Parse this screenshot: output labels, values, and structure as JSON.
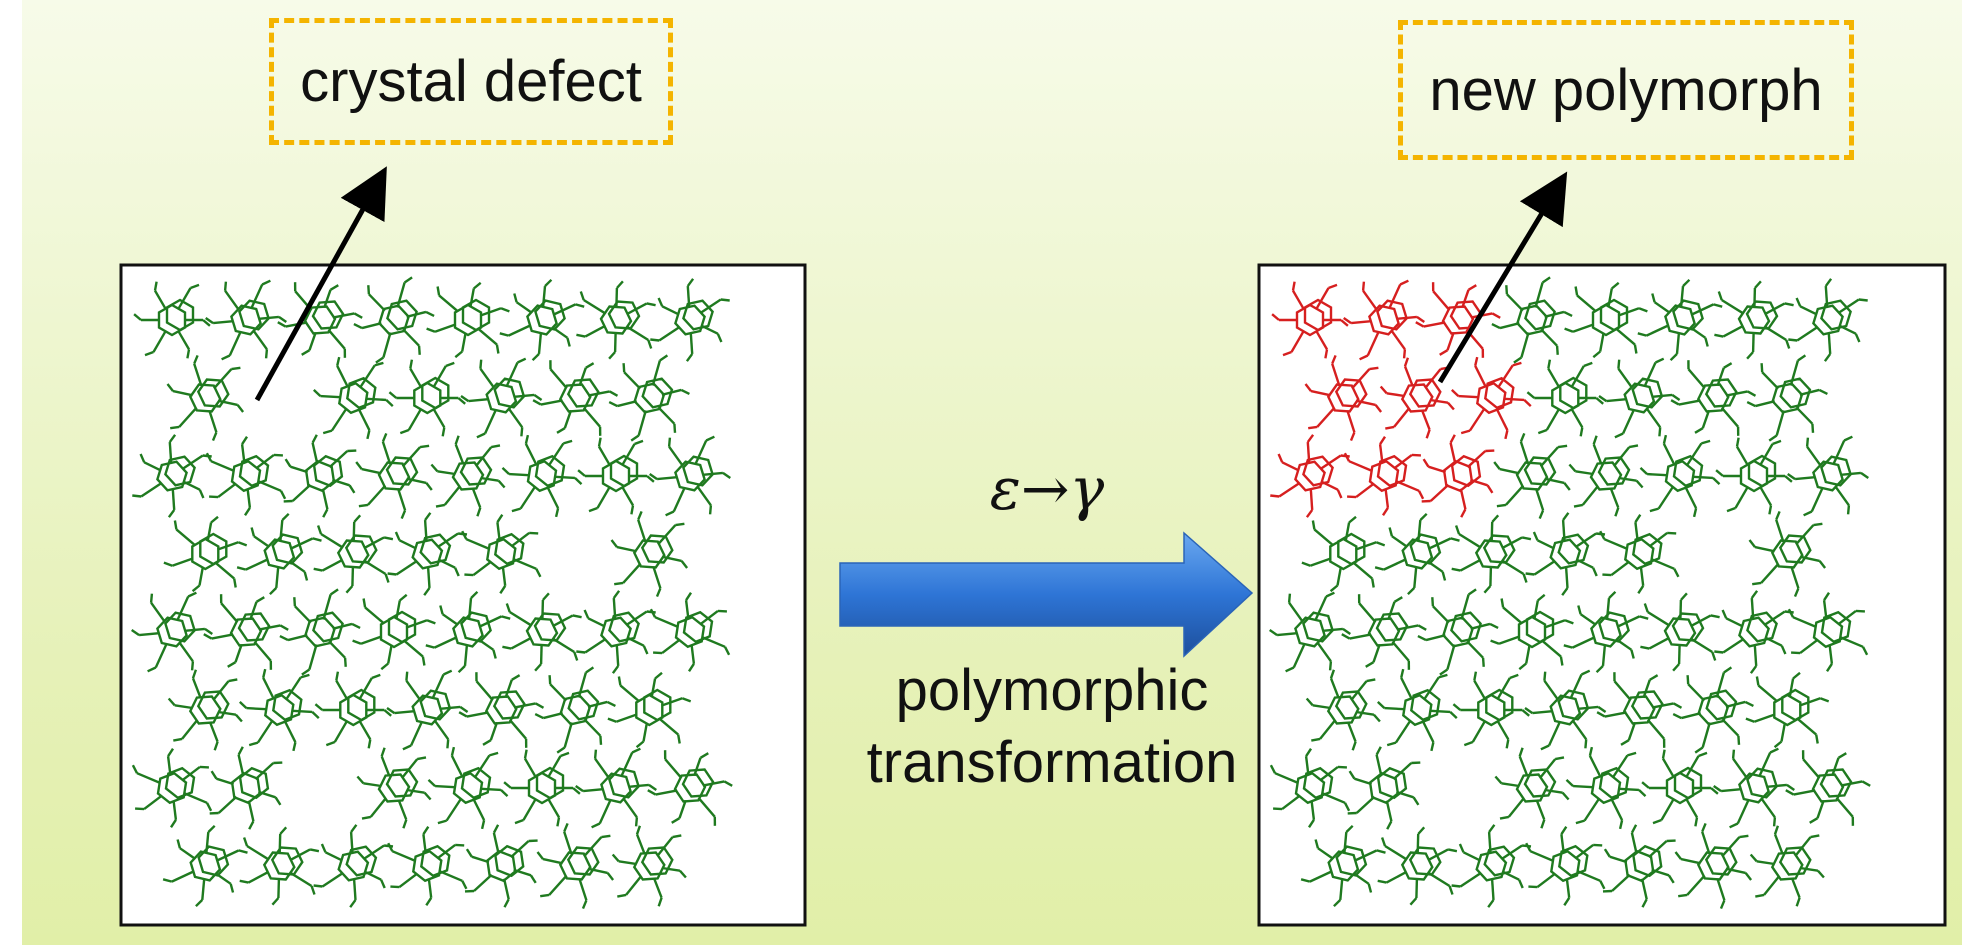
{
  "labels": {
    "crystal_defect": "crystal defect",
    "new_polymorph": "new polymorph",
    "transition": "ε→γ",
    "transformation_line1": "polymorphic",
    "transformation_line2": "transformation"
  },
  "colors": {
    "molecule_original": "#1f7a1f",
    "molecule_new_polymorph": "#d61f1f",
    "arrow_blue": "#2e75d6",
    "dashed_box": "#f4b400",
    "background": "#e6f1b8"
  },
  "icons": {
    "transformation_arrow": "right-arrow-icon",
    "pointer_arrows": "pointer-arrow-icon"
  }
}
